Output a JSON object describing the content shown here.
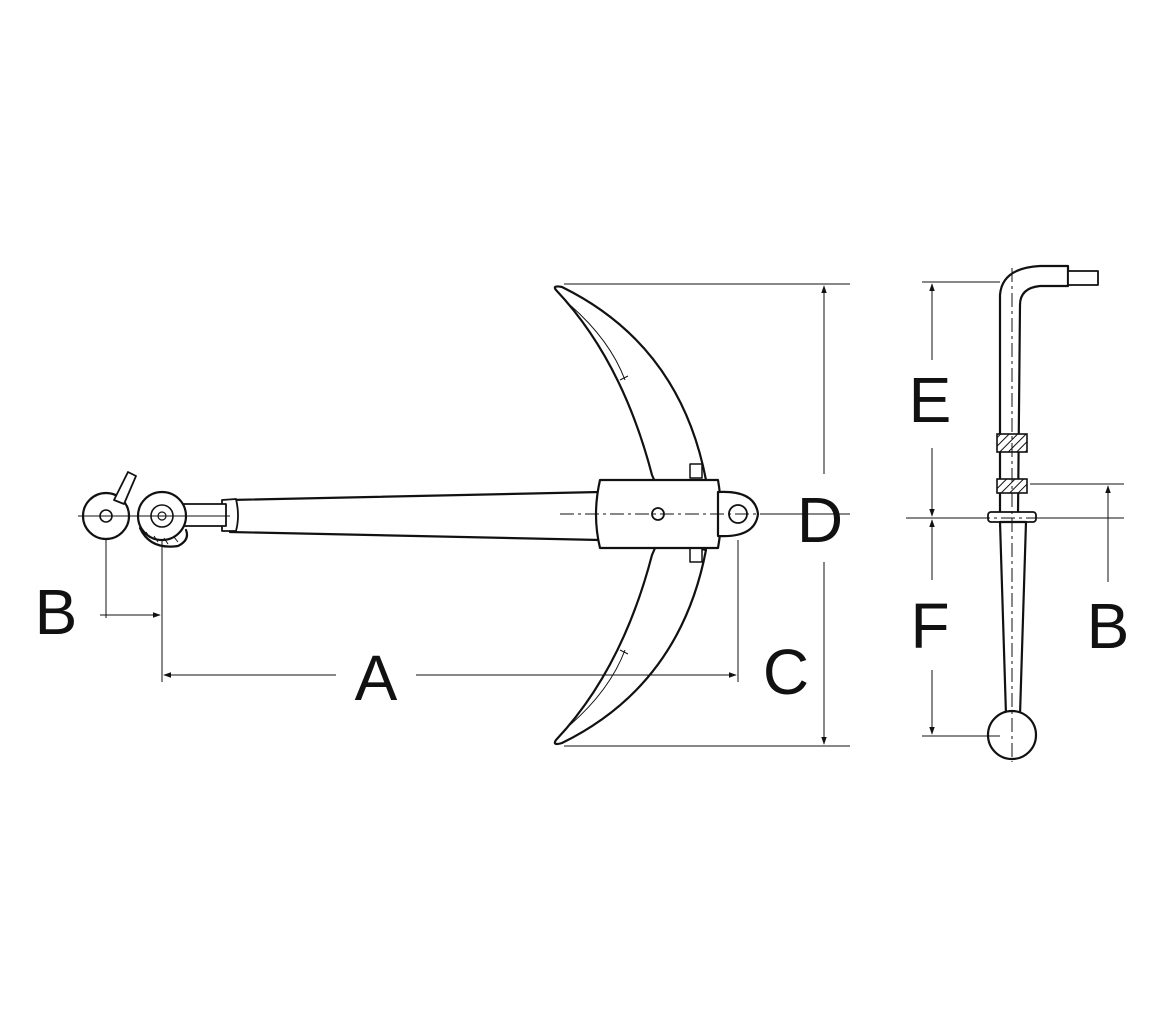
{
  "labels": {
    "a": "A",
    "b_left": "B",
    "b_right": "B",
    "c": "C",
    "d": "D",
    "e": "E",
    "f": "F"
  },
  "colors": {
    "line": "#111111",
    "background": "#ffffff",
    "hatch": "#111111"
  }
}
